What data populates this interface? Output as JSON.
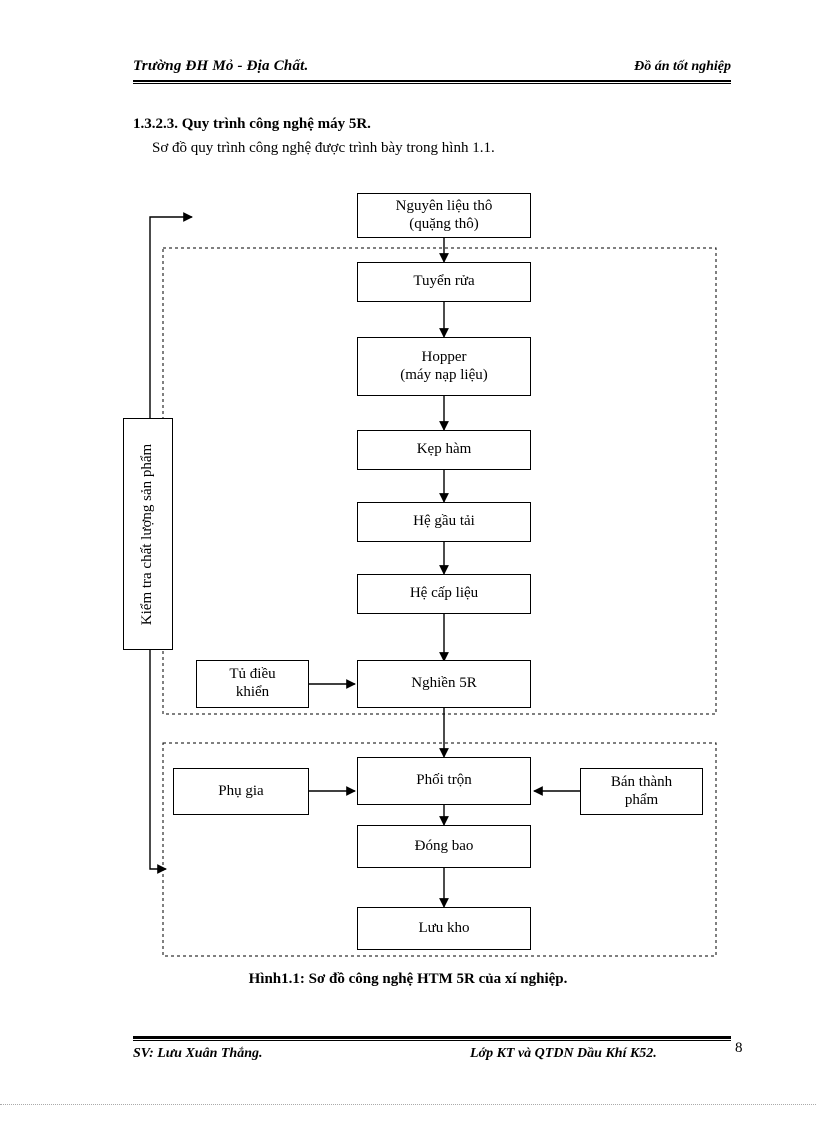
{
  "header": {
    "left": "Trường ĐH Mỏ - Địa Chất.",
    "right": "Đồ án tốt nghiệp"
  },
  "body": {
    "section_heading": "1.3.2.3. Quy trình công nghệ máy 5R.",
    "section_paragraph": "Sơ đồ quy trình công nghệ được trình bày trong hình 1.1."
  },
  "figure": {
    "caption": "Hình1.1: Sơ đồ công nghệ HTM 5R của xí nghiệp.",
    "nodes": {
      "raw_material": "Nguyên liệu thô\n(quặng thô)",
      "raw_material_line1": "Nguyên liệu thô",
      "raw_material_line2": "(quặng thô)",
      "washing": "Tuyển rửa",
      "hopper_line1": "Hopper",
      "hopper_line2": "(máy nạp liệu)",
      "jaw_crusher": "Kẹp hàm",
      "bucket_elevator": "Hệ gầu tải",
      "feeder": "Hệ cấp liệu",
      "control_cabinet_line1": "Tủ điều",
      "control_cabinet_line2": "khiển",
      "mill_5r": "Nghiền 5R",
      "additive": "Phụ gia",
      "mixing": "Phối trộn",
      "semi_finished_line1": "Bán thành",
      "semi_finished_line2": "phẩm",
      "bagging": "Đóng bao",
      "warehouse": "Lưu kho",
      "quality_control": "Kiểm tra chất lượng sản phẩm"
    }
  },
  "footer": {
    "left": "SV: Lưu Xuân Thắng.",
    "right": "Lớp KT và QTDN Dầu Khí K52.",
    "page_number": "8"
  }
}
